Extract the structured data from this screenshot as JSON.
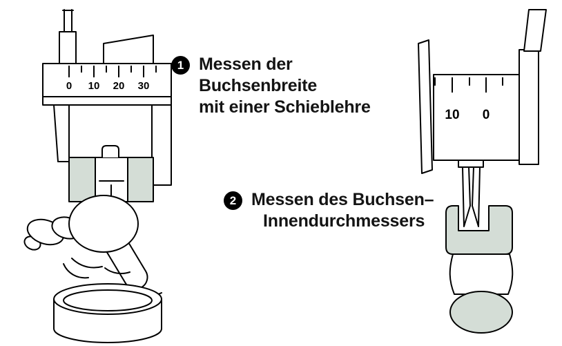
{
  "colors": {
    "background": "#ffffff",
    "outline": "#000000",
    "bushing_fill": "#d4ddd6",
    "badge_bg": "#000000",
    "badge_text": "#ffffff",
    "text": "#141414"
  },
  "figure": {
    "steps": [
      {
        "number": "1",
        "lines": [
          "Messen der",
          "Buchsenbreite",
          "mit einer Schieblehre"
        ]
      },
      {
        "number": "2",
        "lines": [
          "Messen des Buchsen–",
          "Innendurchmessers"
        ]
      }
    ],
    "left_caliper_scale": [
      "0",
      "10",
      "20",
      "30"
    ],
    "right_caliper_scale": [
      "10",
      "0"
    ]
  }
}
